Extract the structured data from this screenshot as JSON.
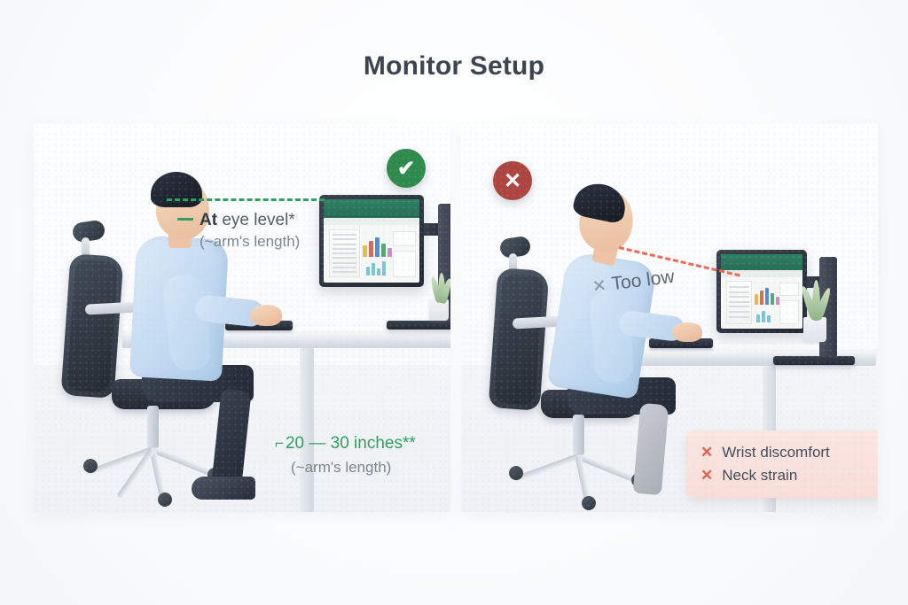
{
  "page": {
    "title": "Monitor Setup",
    "background_color": "#fdfdfe"
  },
  "colors": {
    "title": "#3c4550",
    "good_green": "#2f9e60",
    "good_badge": "#2f8a4e",
    "bad_red": "#ec6a52",
    "bad_badge": "#ad4540",
    "warn_box_bg": "#fbe6e2",
    "text_gray": "#525c66",
    "muted_gray": "#7b858f"
  },
  "panels": {
    "left": {
      "name": "correct-setup",
      "badge_icon": "check-icon",
      "badge_symbol": "✔",
      "sightline": "green-dashed-horizontal",
      "eye_level": {
        "label_bold": "At",
        "label_rest": " eye level*",
        "sub": "(~arm's length)"
      },
      "distance": {
        "corner": "⌐",
        "label": "20 — 30 inches**",
        "sub": "(~arm's length)"
      },
      "screen_app": "spreadsheet-dashboard"
    },
    "right": {
      "name": "incorrect-setup",
      "badge_icon": "cross-icon",
      "badge_symbol": "✕",
      "sightline": "red-dashed-downward",
      "too_low": {
        "mark": "✕",
        "label": "Too low"
      },
      "warnings": [
        {
          "mark": "✕",
          "label": "Wrist discomfort"
        },
        {
          "mark": "✕",
          "label": "Neck strain"
        }
      ],
      "screen_app": "spreadsheet-dashboard"
    }
  }
}
